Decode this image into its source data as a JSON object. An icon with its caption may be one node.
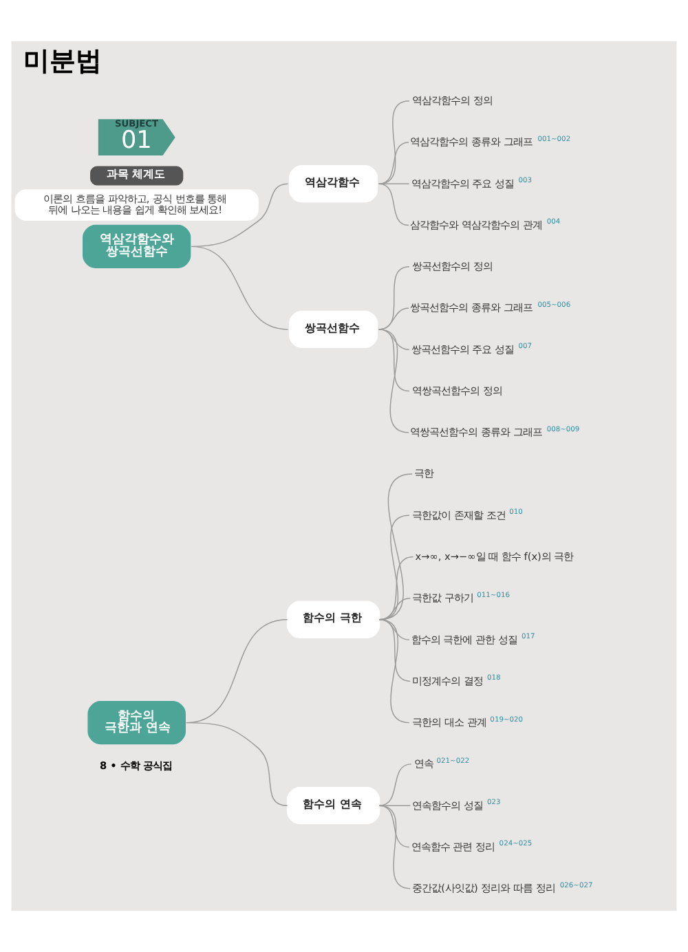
{
  "diagram": {
    "title": "미분법",
    "nodes": [
      {
        "text": [
          "SUBJECT",
          "01"
        ]
      },
      {
        "text": [
          "과목 체계도"
        ]
      },
      {
        "text": [
          "이론의 흐름을 파악하고, 공식 번호를 통해 뒤에 나오는 내용을 쉽게 확인해 보세요!"
        ]
      },
      {
        "text": [
          "역삼각함수와 쌍곡선함수"
        ]
      },
      {
        "text": [
          "역삼각함수"
        ]
      },
      {
        "text": [
          "역삼각함수의 정의"
        ]
      },
      {
        "text": [
          "역삼각함수의 종류와 그래프"
        ],
        "beside": [
          "001~002"
        ]
      },
      {
        "text": [
          "역삼각함수의 주요 성질"
        ],
        "beside": [
          "003"
        ]
      },
      {
        "text": [
          "삼각함수와 역삼각함수의 관계"
        ],
        "beside": [
          "004"
        ]
      },
      {
        "text": [
          "쌍곡선함수"
        ]
      },
      {
        "text": [
          "쌍곡선함수의 정의"
        ]
      },
      {
        "text": [
          "쌍곡선함수의 종류와 그래프"
        ],
        "beside": [
          "005~006"
        ]
      },
      {
        "text": [
          "쌍곡선함수의 주요 성질"
        ],
        "beside": [
          "007"
        ]
      },
      {
        "text": [
          "역쌍곡선함수의 정의"
        ]
      },
      {
        "text": [
          "역쌍곡선함수의 종류와 그래프"
        ],
        "beside": [
          "008~009"
        ]
      },
      {
        "text": [
          "함수의 극한과 연속"
        ]
      },
      {
        "text": [
          "함수의 극한"
        ]
      },
      {
        "text": [
          "극한"
        ]
      },
      {
        "text": [
          "극한값이 존재할 조건"
        ],
        "beside": [
          "010"
        ]
      },
      {
        "text": [
          "x→∞, x→−∞일 때 함수 f(x)의 극한"
        ]
      },
      {
        "text": [
          "극한값 구하기"
        ],
        "beside": [
          "011~016"
        ]
      },
      {
        "text": [
          "함수의 극한에 관한 성질"
        ],
        "beside": [
          "017"
        ]
      },
      {
        "text": [
          "미정계수의 결정"
        ],
        "beside": [
          "018"
        ]
      },
      {
        "text": [
          "극한의 대소 관계"
        ],
        "beside": [
          "019~020"
        ]
      },
      {
        "text": [
          "함수의 연속"
        ]
      },
      {
        "text": [
          "연속"
        ],
        "beside": [
          "021~022"
        ]
      },
      {
        "text": [
          "연속함수의 성질"
        ],
        "beside": [
          "023"
        ]
      },
      {
        "text": [
          "연속함수 관련 정리"
        ],
        "beside": [
          "024~025"
        ]
      },
      {
        "text": [
          "중간값(사잇값) 정리와 따름 정리"
        ],
        "beside": [
          "026~027"
        ]
      }
    ],
    "edges": [
      {
        "from": 3,
        "to": 4,
        "arrow": "none"
      },
      {
        "from": 4,
        "to": 5,
        "arrow": "none"
      },
      {
        "from": 4,
        "to": 6,
        "arrow": "none"
      },
      {
        "from": 4,
        "to": 7,
        "arrow": "none"
      },
      {
        "from": 4,
        "to": 8,
        "arrow": "none"
      },
      {
        "from": 3,
        "to": 9,
        "arrow": "none"
      },
      {
        "from": 9,
        "to": 10,
        "arrow": "none"
      },
      {
        "from": 9,
        "to": 11,
        "arrow": "none"
      },
      {
        "from": 9,
        "to": 12,
        "arrow": "none"
      },
      {
        "from": 9,
        "to": 13,
        "arrow": "none"
      },
      {
        "from": 9,
        "to": 14,
        "arrow": "none"
      },
      {
        "from": 15,
        "to": 16,
        "arrow": "none"
      },
      {
        "from": 16,
        "to": 17,
        "arrow": "none"
      },
      {
        "from": 16,
        "to": 18,
        "arrow": "none"
      },
      {
        "from": 16,
        "to": 19,
        "arrow": "none"
      },
      {
        "from": 16,
        "to": 20,
        "arrow": "none"
      },
      {
        "from": 16,
        "to": 21,
        "arrow": "none"
      },
      {
        "from": 16,
        "to": 22,
        "arrow": "none"
      },
      {
        "from": 16,
        "to": 23,
        "arrow": "none"
      },
      {
        "from": 15,
        "to": 24,
        "arrow": "none"
      },
      {
        "from": 24,
        "to": 25,
        "arrow": "none"
      },
      {
        "from": 24,
        "to": 26,
        "arrow": "none"
      },
      {
        "from": 24,
        "to": 27,
        "arrow": "none"
      },
      {
        "from": 24,
        "to": 28,
        "arrow": "none"
      }
    ],
    "labels": [
      "8 • 수학 공식집"
    ]
  }
}
